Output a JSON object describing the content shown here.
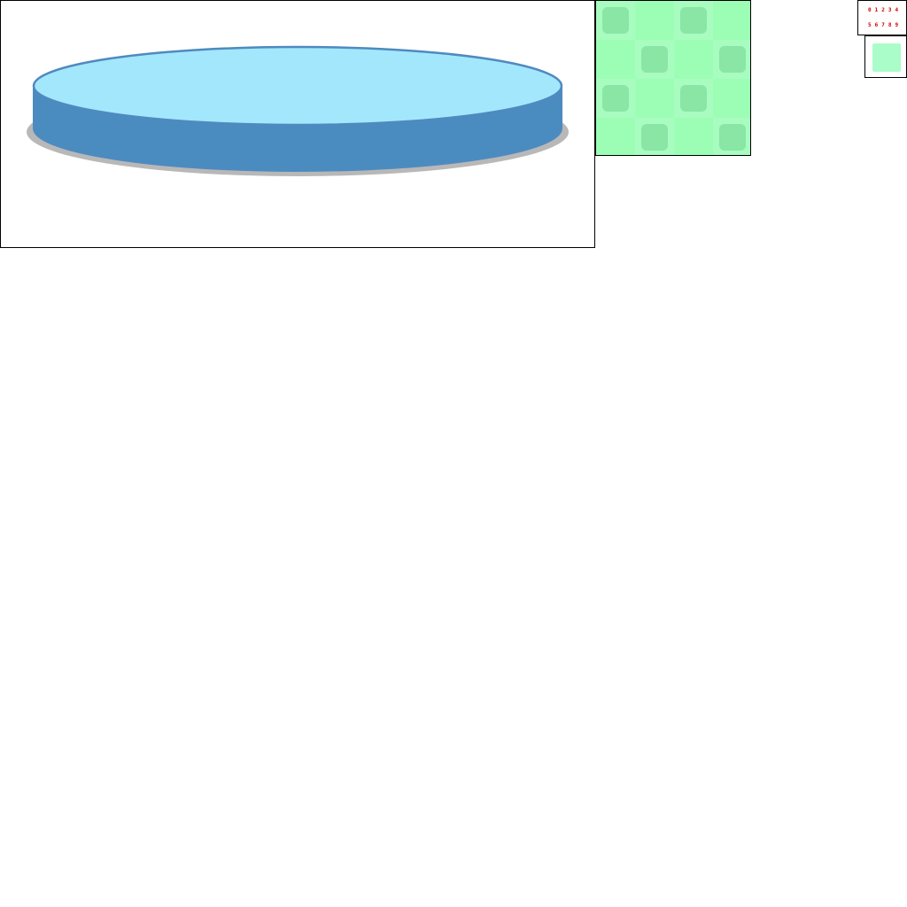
{
  "colors": {
    "background": "#ffffff",
    "border": "#000000",
    "platform_top": "#a3e7fc",
    "platform_side": "#4a8cbf",
    "platform_outline": "#4f8abf",
    "platform_shadow": "#b8b8b8",
    "tile_light": "#9cfeb5",
    "tile_dark": "#89e6a5",
    "tile_alt": "#a8fcc0",
    "digit_color": "#d00000",
    "swatch_fill": "#aafdc8"
  },
  "digits": {
    "row_a": [
      "0",
      "1",
      "2",
      "3",
      "4"
    ],
    "row_b": [
      "5",
      "6",
      "7",
      "8",
      "9"
    ]
  },
  "tiles": {
    "pattern": [
      [
        1,
        0,
        1,
        0
      ],
      [
        0,
        1,
        0,
        1
      ],
      [
        1,
        0,
        1,
        0
      ],
      [
        0,
        1,
        0,
        1
      ]
    ]
  }
}
